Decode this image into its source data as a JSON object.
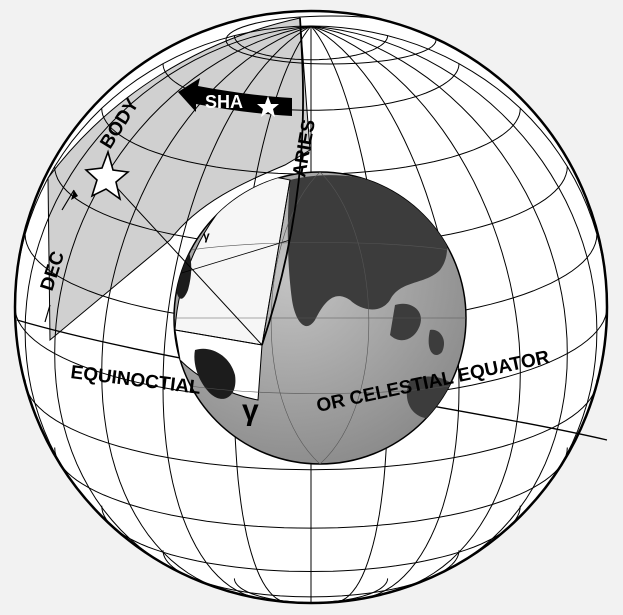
{
  "diagram": {
    "labels": {
      "sha": "SHA",
      "aries": "ARIES",
      "body": "BODY",
      "dec": "DEC",
      "equinoctial": "EQUINOCTIAL",
      "equator": "OR CELESTIAL EQUATOR",
      "aries_symbol": "γ"
    },
    "colors": {
      "background": "#f2f2f2",
      "sphere_outline": "#000000",
      "grid_line": "#000000",
      "shaded_sector": "#d0d0d0",
      "earth_ocean": "#a8a8a8",
      "earth_land": "#404040",
      "earth_cut": "#f4f4f4",
      "sha_arrow": "#000000"
    }
  }
}
